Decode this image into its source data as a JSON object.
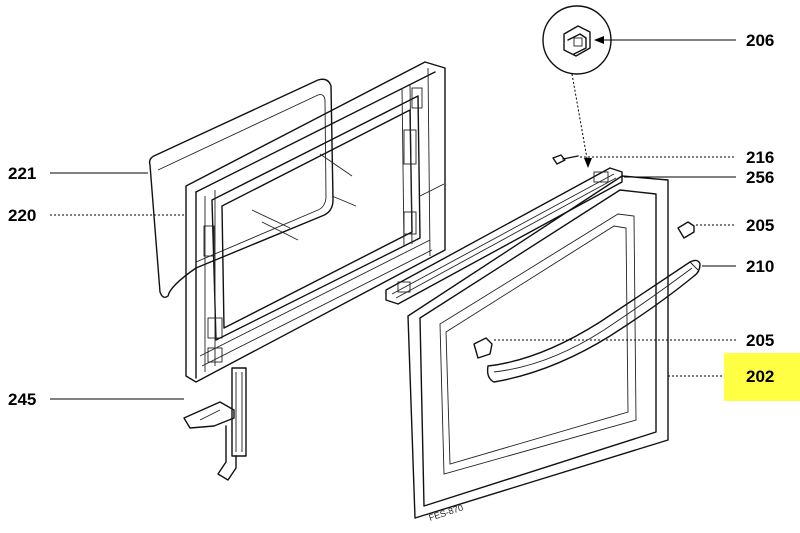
{
  "diagram": {
    "part_labels": {
      "p206": "206",
      "p216": "216",
      "p256": "256",
      "p205a": "205",
      "p210": "210",
      "p205b": "205",
      "p202": "202",
      "p221": "221",
      "p220": "220",
      "p245": "245"
    },
    "drawing_code": "FES-870",
    "highlight_color": "#ffff44",
    "highlighted_part": "202"
  }
}
